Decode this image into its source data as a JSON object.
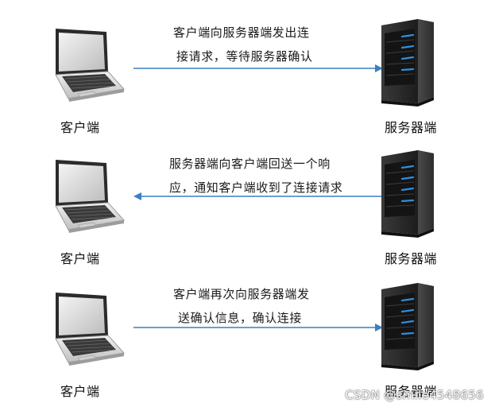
{
  "colors": {
    "arrow": "#3b7fc4",
    "server_body": "#2a2a2a",
    "server_light": "#2f8fe0",
    "laptop_screen": "#d9d9d9",
    "laptop_body": "#e6e6e6"
  },
  "icons": {
    "client": "laptop-icon",
    "server": "server-tower-icon"
  },
  "steps": [
    {
      "client_label": "客户端",
      "server_label": "服务器端",
      "message_line1": "客户端向服务器端发出连",
      "message_line2": "接请求，等待服务器确认",
      "direction": "client-to-server"
    },
    {
      "client_label": "客户端",
      "server_label": "服务器端",
      "message_line1": "服务器端向客户端回送一个响",
      "message_line2": "应，通知客户端收到了连接请求",
      "direction": "server-to-client"
    },
    {
      "client_label": "客户端",
      "server_label": "服务器端",
      "message_line1": "客户端再次向服务器端发",
      "message_line2": "送确认信息，确认连接",
      "direction": "client-to-server"
    }
  ],
  "watermark": "CSDN @smile4548656"
}
